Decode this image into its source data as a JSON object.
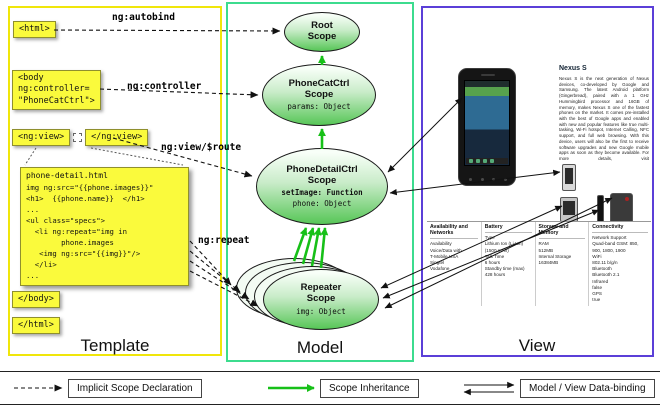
{
  "colors": {
    "template_border": "#f0e60a",
    "model_border": "#3cdc8e",
    "view_border": "#5b3fd8",
    "tag_bg": "#fafa3c",
    "scope_top": "#f8fff8",
    "scope_bottom": "#57c657",
    "inheritance_arrow": "#17c018",
    "binding_arrow": "#111111"
  },
  "template": {
    "section_label": "Template",
    "tags": {
      "html_open": "<html>",
      "body_open": "<body\nng:controller=\n\"PhoneCatCtrl\">",
      "ng_view_open": "<ng:view>",
      "ng_view_close": "</ng:view>",
      "body_close": "</body>",
      "html_close": "</html>"
    },
    "annotations": {
      "autobind": "ng:autobind",
      "controller": "ng:controller",
      "view_route": "ng:view/$route",
      "repeat": "ng:repeat"
    },
    "code": {
      "title": "phone-detail.html",
      "body": "img ng:src=\"{{phone.images}}\"\n<h1>  {{phone.name}}  </h1>\n...\n<ul class=\"specs\">\n  <li ng:repeat=\"img in\n        phone.images\n   <img ng:src=\"{{img}}\"/>\n  </li>\n..."
    }
  },
  "model": {
    "section_label": "Model",
    "scopes": {
      "root": {
        "title": "Root\nScope"
      },
      "phonecat": {
        "title": "PhoneCatCtrl\nScope",
        "prop1": "params: Object"
      },
      "phonedetail": {
        "title": "PhoneDetailCtrl\nScope",
        "prop1": "setImage: Function",
        "prop2": "phone: Object"
      },
      "repeater": {
        "title": "Repeater\nScope",
        "prop1": "img: Object"
      }
    }
  },
  "view": {
    "section_label": "View",
    "product": {
      "title": "Nexus S",
      "description": "Nexus S is the next generation of Nexus devices, co-developed by Google and Samsung. The latest Android platform (Gingerbread), paired with a 1 GHz Hummingbird processor and 16GB of memory, makes Nexus S one of the fastest phones on the market. It comes pre-installed with the best of Google apps and enabled with new and popular features like true multi-tasking, Wi-Fi hotspot, Internet Calling, NFC support, and full web browsing. With this device, users will also be the first to receive software upgrades and new Google mobile apps as soon as they become available. For more details, visit http://www.google.com/nexus."
    },
    "specs": [
      {
        "title": "Availability and Networks",
        "lines": "Availability\nVoice/Data with\nT-Mobile USA\nSingtel\nVodafone"
      },
      {
        "title": "Battery",
        "lines": "Type\nLithium Ion (Li-Ion)\n(1500 mAh)\nTalk Time\n6 hours\nStandby time (max)\n428 hours"
      },
      {
        "title": "Storage and Memory",
        "lines": "RAM\n512MB\nInternal Storage\n16384MB"
      },
      {
        "title": "Connectivity",
        "lines": "Network Support\nQuad-band GSM: 850,\n900, 1800, 1900\nWiFi\n802.11 b/g/n\nBluetooth\nBluetooth 2.1\nInfrared\nfalse\nGPS\ntrue"
      }
    ]
  },
  "legend": [
    {
      "label": "Implicit Scope Declaration"
    },
    {
      "label": "Scope Inheritance"
    },
    {
      "label": "Model / View Data-binding"
    }
  ]
}
